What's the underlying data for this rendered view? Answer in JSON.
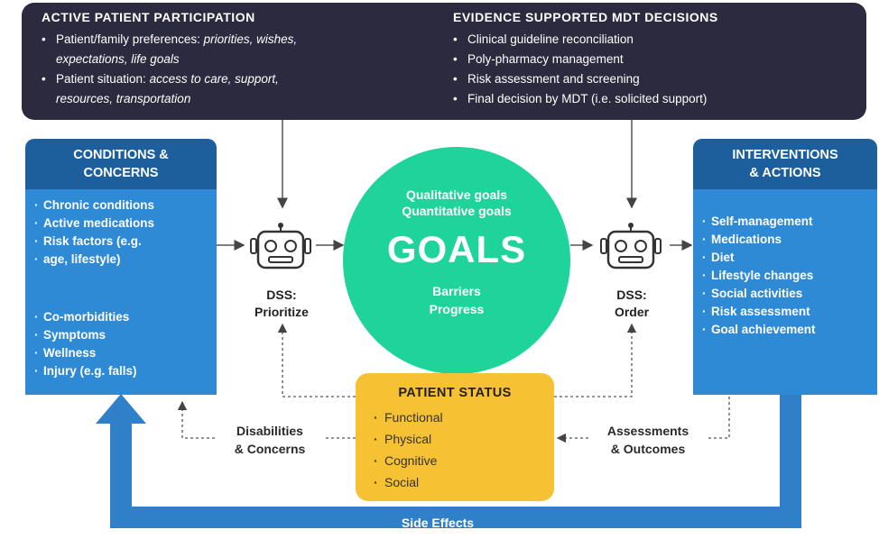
{
  "top": {
    "left_title": "ACTIVE PATIENT PARTICIPATION",
    "left_items": [
      {
        "prefix": "Patient/family preferences: ",
        "italic": "priorities, wishes,",
        "cont": "expectations, life goals"
      },
      {
        "prefix": "Patient situation: ",
        "italic": "access to care, support,",
        "cont": "resources, transportation"
      }
    ],
    "right_title": "EVIDENCE SUPPORTED MDT DECISIONS",
    "right_items": [
      "Clinical guideline reconciliation",
      "Poly-pharmacy management",
      "Risk assessment and screening",
      "Final decision by MDT (i.e. solicited support)"
    ]
  },
  "conditions": {
    "header_line1": "CONDITIONS &",
    "header_line2": "CONCERNS",
    "items_top": [
      "Chronic conditions",
      "Active medications",
      "Risk factors (e.g.",
      "age, lifestyle)"
    ],
    "items_bottom": [
      "Co-morbidities",
      "Symptoms",
      "Wellness",
      "Injury (e.g. falls)"
    ]
  },
  "interventions": {
    "header_line1": "INTERVENTIONS",
    "header_line2": "& ACTIONS",
    "items": [
      "Self-management",
      "Medications",
      "Diet",
      "Lifestyle changes",
      "Social activities",
      "Risk assessment",
      "Goal achievement"
    ]
  },
  "goals": {
    "line1": "Qualitative goals",
    "line2": "Quantitative goals",
    "title": "GOALS",
    "line3": "Barriers",
    "line4": "Progress"
  },
  "dss_left": {
    "line1": "DSS:",
    "line2": "Prioritize"
  },
  "dss_right": {
    "line1": "DSS:",
    "line2": "Order"
  },
  "patient_status": {
    "title": "PATIENT STATUS",
    "items": [
      "Functional",
      "Physical",
      "Cognitive",
      "Social"
    ]
  },
  "disabilities": {
    "line1": "Disabilities",
    "line2": "& Concerns"
  },
  "assessments": {
    "line1": "Assessments",
    "line2": "& Outcomes"
  },
  "side_effects": "Side Effects",
  "colors": {
    "banner": "#2b2a3e",
    "panel_header": "#1d5f9c",
    "panel_body": "#2f8ad6",
    "goals": "#1fd49a",
    "patient_status": "#f6c233"
  }
}
